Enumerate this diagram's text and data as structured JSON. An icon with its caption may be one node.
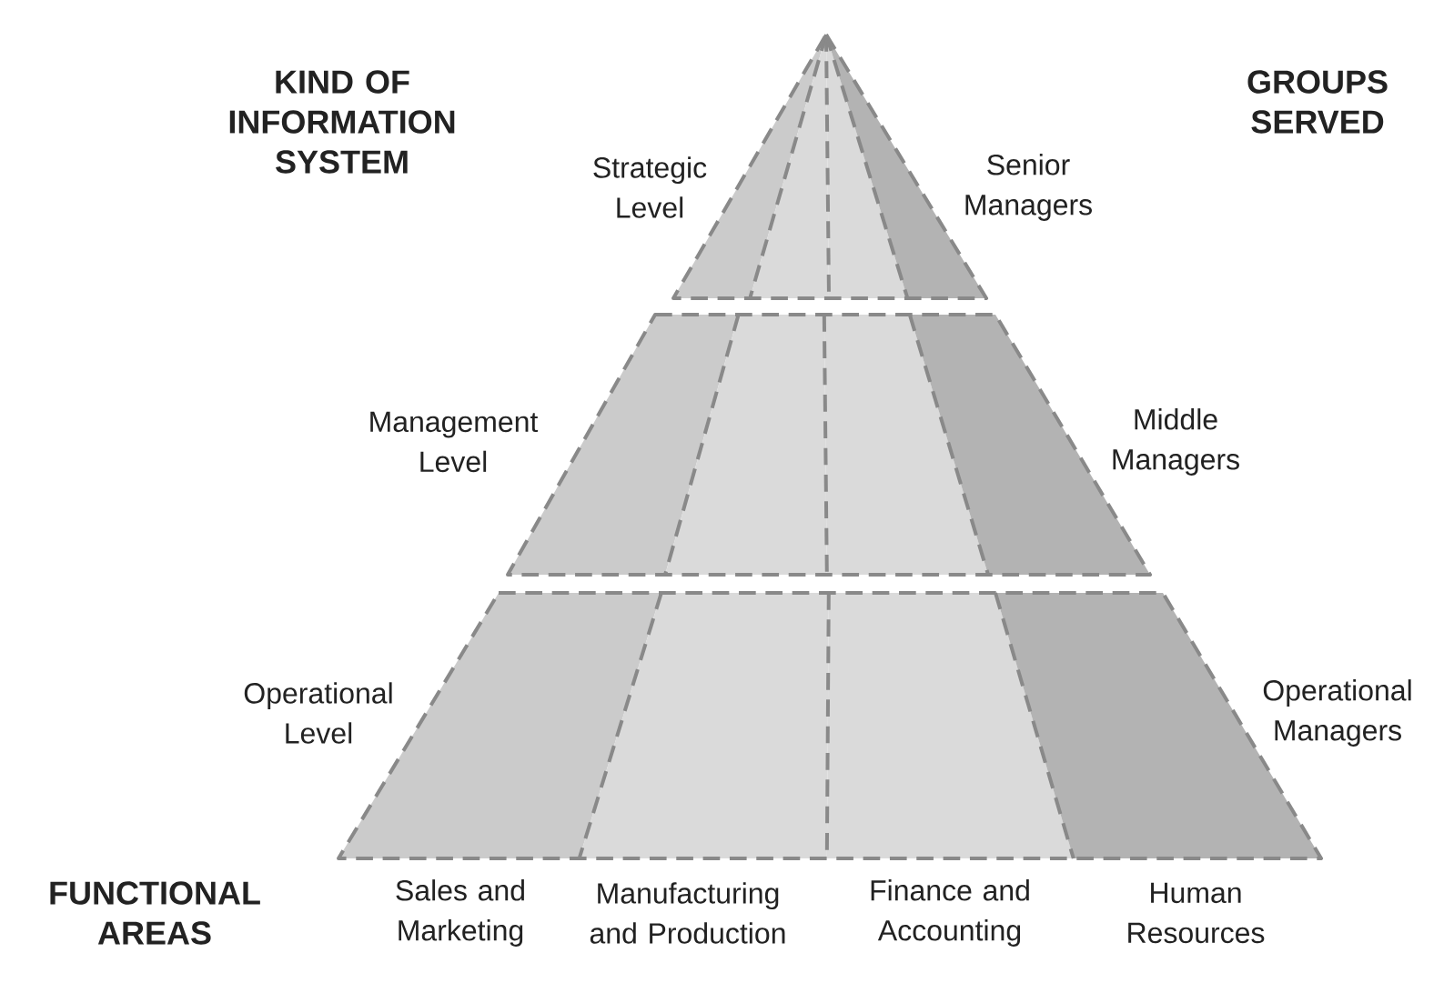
{
  "diagram": {
    "nodes": [
      {
        "text": [],
        "shape": "triangle",
        "beside": [
          "Strategic Level",
          "Senior Managers"
        ]
      },
      {
        "text": [],
        "shape": "trapezoid",
        "beside": [
          "Management Level",
          "Middle Managers"
        ]
      },
      {
        "text": [],
        "shape": "trapezoid",
        "beside": [
          "Operational Level",
          "Operational Managers"
        ]
      }
    ],
    "labels": [
      "KIND OF INFORMATION SYSTEM",
      "GROUPS SERVED",
      "FUNCTIONAL AREAS",
      "Sales and Marketing",
      "Manufacturing and Production",
      "Finance and Accounting",
      "Human Resources"
    ]
  }
}
